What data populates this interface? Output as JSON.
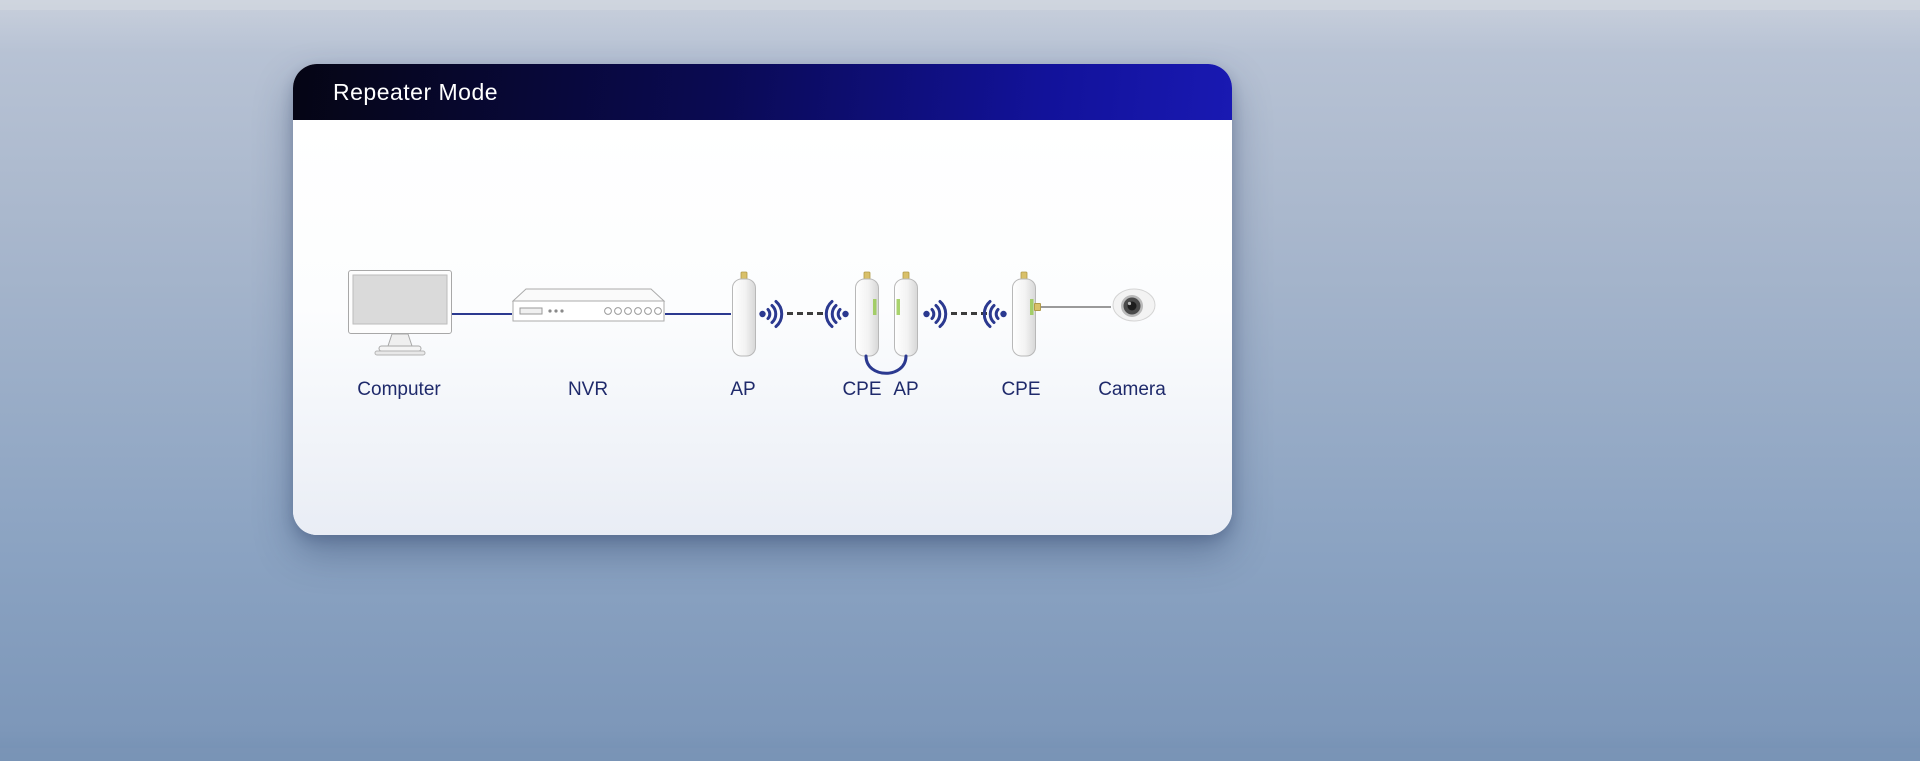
{
  "card": {
    "title": "Repeater Mode"
  },
  "nodes": [
    {
      "id": "computer",
      "label": "Computer"
    },
    {
      "id": "nvr",
      "label": "NVR"
    },
    {
      "id": "ap-left",
      "label": "AP"
    },
    {
      "id": "cpe-middle",
      "label": "CPE"
    },
    {
      "id": "ap-middle",
      "label": "AP"
    },
    {
      "id": "cpe-right",
      "label": "CPE"
    },
    {
      "id": "camera",
      "label": "Camera"
    }
  ],
  "links": [
    {
      "from": "computer",
      "to": "nvr",
      "type": "wired"
    },
    {
      "from": "nvr",
      "to": "ap-left",
      "type": "wired"
    },
    {
      "from": "ap-left",
      "to": "cpe-middle",
      "type": "wireless"
    },
    {
      "from": "cpe-middle",
      "to": "ap-middle",
      "type": "wired-loop"
    },
    {
      "from": "ap-middle",
      "to": "cpe-right",
      "type": "wireless"
    },
    {
      "from": "cpe-right",
      "to": "camera",
      "type": "cable"
    }
  ],
  "colors": {
    "accent": "#2b3990",
    "label_text": "#1f2a6b",
    "header_dark": "#050514",
    "header_blue": "#1919b2",
    "dash": "#3c3c3c",
    "cable_gray": "#9a9a9a",
    "antenna_gold": "#d9c069",
    "led_green": "#8dc63f",
    "background_top": "#c9d0dc",
    "background_bottom": "#7d97b9"
  }
}
